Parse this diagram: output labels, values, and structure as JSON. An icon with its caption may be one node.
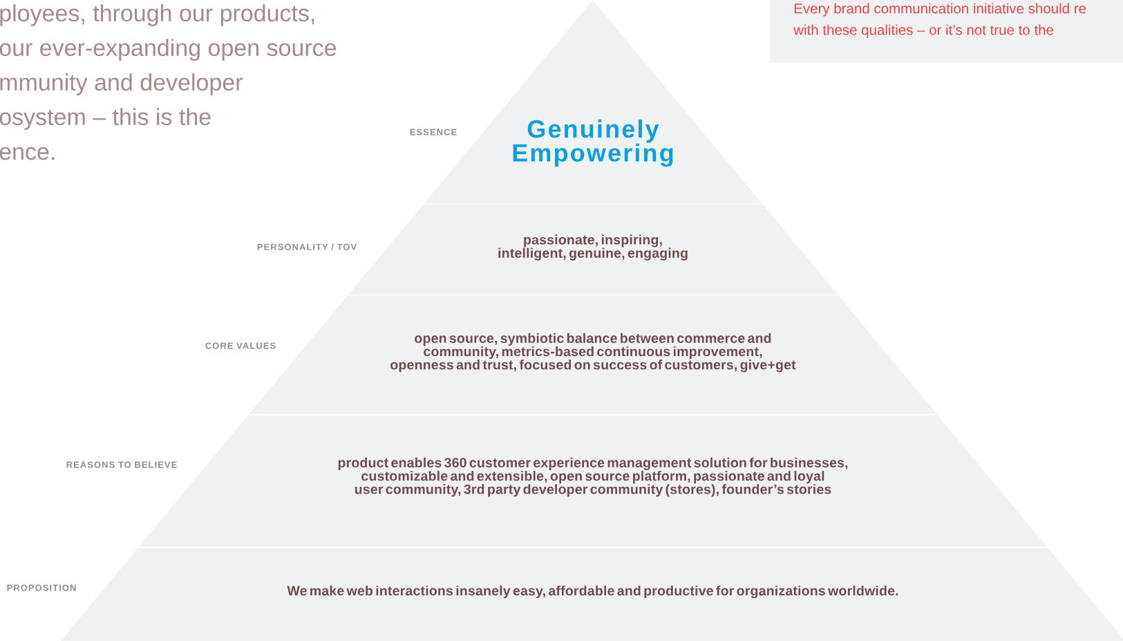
{
  "diagram": {
    "nodes": [
      {
        "text": [
          "Genuinely Empowering"
        ],
        "beside": [
          "ESSENCE"
        ]
      },
      {
        "text": [
          "passionate, inspiring, intelligent, genuine, engaging"
        ],
        "beside": [
          "PERSONALITY / TOV"
        ]
      },
      {
        "text": [
          "open source, symbiotic balance between commerce and community, metrics-based continuous improvement, openness and trust, focused on success of customers, give+get"
        ],
        "beside": [
          "CORE VALUES"
        ]
      },
      {
        "text": [
          "product enables 360 customer experience management solution for businesses, customizable and extensible, open source platform, passionate and loyal user community, 3rd party developer community (stores), founder’s stories"
        ],
        "beside": [
          "REASONS TO BELIEVE"
        ]
      },
      {
        "text": [
          "We make web interactions insanely easy, affordable and productive for organizations worldwide."
        ],
        "beside": [
          "PROPOSITION"
        ]
      }
    ],
    "labels": [
      "ployees, through our products,",
      "our ever-expanding open source",
      "mmunity and developer",
      "osystem – this is the",
      "ence.",
      "Every brand communication initiative should re",
      "with these qualities – or it’s not true to the"
    ]
  }
}
